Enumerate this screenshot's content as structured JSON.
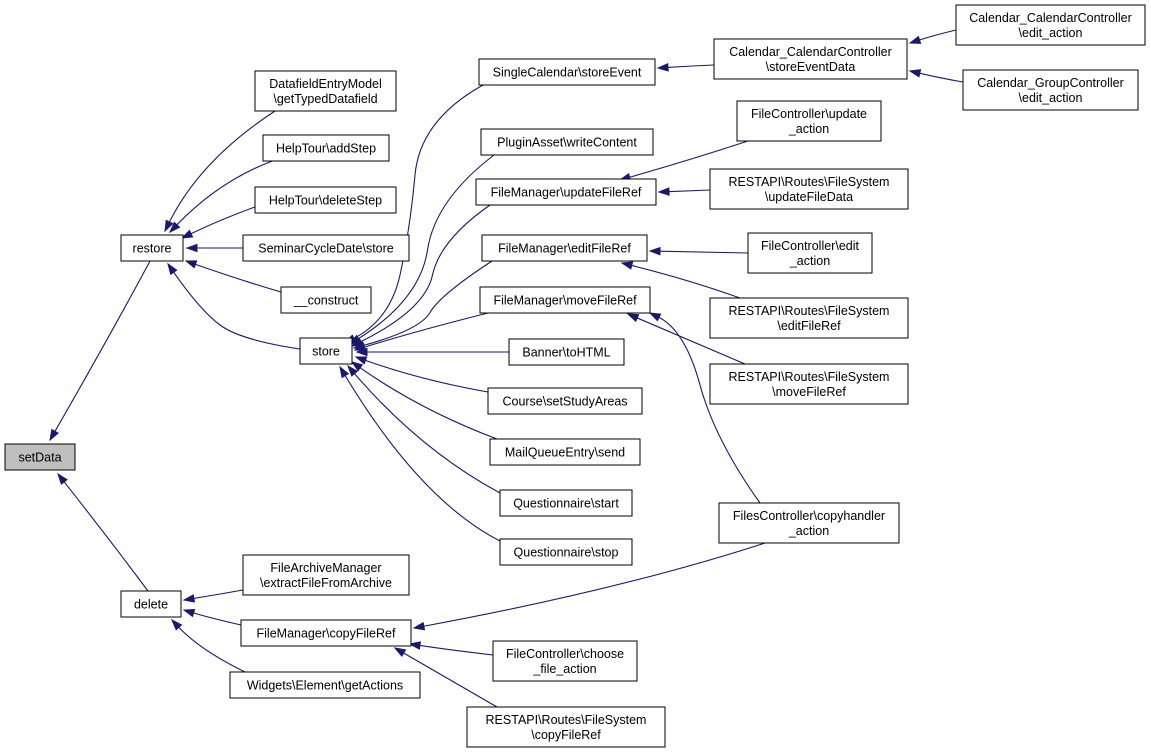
{
  "colors": {
    "edge": "#191970",
    "focus_fill": "#bfbfbf",
    "node_fill": "#ffffff",
    "node_border": "#000000"
  },
  "nodes": [
    {
      "id": "setData",
      "lines": [
        "setData"
      ]
    },
    {
      "id": "restore",
      "lines": [
        "restore"
      ]
    },
    {
      "id": "delete",
      "lines": [
        "delete"
      ]
    },
    {
      "id": "dem",
      "lines": [
        "DatafieldEntryModel",
        "\\getTypedDatafield"
      ]
    },
    {
      "id": "htadd",
      "lines": [
        "HelpTour\\addStep"
      ]
    },
    {
      "id": "htdel",
      "lines": [
        "HelpTour\\deleteStep"
      ]
    },
    {
      "id": "scd",
      "lines": [
        "SeminarCycleDate\\store"
      ]
    },
    {
      "id": "construct",
      "lines": [
        "__construct"
      ]
    },
    {
      "id": "store",
      "lines": [
        "store"
      ]
    },
    {
      "id": "fam",
      "lines": [
        "FileArchiveManager",
        "\\extractFileFromArchive"
      ]
    },
    {
      "id": "fmcopy",
      "lines": [
        "FileManager\\copyFileRef"
      ]
    },
    {
      "id": "wega",
      "lines": [
        "Widgets\\Element\\getActions"
      ]
    },
    {
      "id": "scstore",
      "lines": [
        "SingleCalendar\\storeEvent"
      ]
    },
    {
      "id": "paw",
      "lines": [
        "PluginAsset\\writeContent"
      ]
    },
    {
      "id": "fmupd",
      "lines": [
        "FileManager\\updateFileRef"
      ]
    },
    {
      "id": "fmedit",
      "lines": [
        "FileManager\\editFileRef"
      ]
    },
    {
      "id": "fmmove",
      "lines": [
        "FileManager\\moveFileRef"
      ]
    },
    {
      "id": "banner",
      "lines": [
        "Banner\\toHTML"
      ]
    },
    {
      "id": "course",
      "lines": [
        "Course\\setStudyAreas"
      ]
    },
    {
      "id": "mqe",
      "lines": [
        "MailQueueEntry\\send"
      ]
    },
    {
      "id": "qstart",
      "lines": [
        "Questionnaire\\start"
      ]
    },
    {
      "id": "qstop",
      "lines": [
        "Questionnaire\\stop"
      ]
    },
    {
      "id": "ccsed",
      "lines": [
        "Calendar_CalendarController",
        "\\storeEventData"
      ]
    },
    {
      "id": "fcupd",
      "lines": [
        "FileController\\update",
        "_action"
      ]
    },
    {
      "id": "rfsupd",
      "lines": [
        "RESTAPI\\Routes\\FileSystem",
        "\\updateFileData"
      ]
    },
    {
      "id": "fcedit",
      "lines": [
        "FileController\\edit",
        "_action"
      ]
    },
    {
      "id": "rfsedit",
      "lines": [
        "RESTAPI\\Routes\\FileSystem",
        "\\editFileRef"
      ]
    },
    {
      "id": "rfsmove",
      "lines": [
        "RESTAPI\\Routes\\FileSystem",
        "\\moveFileRef"
      ]
    },
    {
      "id": "fscopy",
      "lines": [
        "FilesController\\copyhandler",
        "_action"
      ]
    },
    {
      "id": "fcchoose",
      "lines": [
        "FileController\\choose",
        "_file_action"
      ]
    },
    {
      "id": "rfscopy",
      "lines": [
        "RESTAPI\\Routes\\FileSystem",
        "\\copyFileRef"
      ]
    },
    {
      "id": "ccedit",
      "lines": [
        "Calendar_CalendarController",
        "\\edit_action"
      ]
    },
    {
      "id": "gcedit",
      "lines": [
        "Calendar_GroupController",
        "\\edit_action"
      ]
    }
  ],
  "edges": [
    {
      "from": "restore",
      "to": "setData"
    },
    {
      "from": "delete",
      "to": "setData"
    },
    {
      "from": "dem",
      "to": "restore"
    },
    {
      "from": "htadd",
      "to": "restore"
    },
    {
      "from": "htdel",
      "to": "restore"
    },
    {
      "from": "scd",
      "to": "restore"
    },
    {
      "from": "construct",
      "to": "restore"
    },
    {
      "from": "store",
      "to": "restore"
    },
    {
      "from": "scstore",
      "to": "store"
    },
    {
      "from": "paw",
      "to": "store"
    },
    {
      "from": "fmupd",
      "to": "store"
    },
    {
      "from": "fmedit",
      "to": "store"
    },
    {
      "from": "fmmove",
      "to": "store"
    },
    {
      "from": "banner",
      "to": "store"
    },
    {
      "from": "course",
      "to": "store"
    },
    {
      "from": "mqe",
      "to": "store"
    },
    {
      "from": "qstart",
      "to": "store"
    },
    {
      "from": "qstop",
      "to": "store"
    },
    {
      "from": "ccsed",
      "to": "scstore"
    },
    {
      "from": "ccedit",
      "to": "ccsed"
    },
    {
      "from": "gcedit",
      "to": "ccsed"
    },
    {
      "from": "fcupd",
      "to": "fmupd"
    },
    {
      "from": "rfsupd",
      "to": "fmupd"
    },
    {
      "from": "fcedit",
      "to": "fmedit"
    },
    {
      "from": "rfsedit",
      "to": "fmedit"
    },
    {
      "from": "rfsmove",
      "to": "fmmove"
    },
    {
      "from": "fscopy",
      "to": "fmmove"
    },
    {
      "from": "fam",
      "to": "delete"
    },
    {
      "from": "fmcopy",
      "to": "delete"
    },
    {
      "from": "wega",
      "to": "delete"
    },
    {
      "from": "fscopy",
      "to": "fmcopy"
    },
    {
      "from": "fcchoose",
      "to": "fmcopy"
    },
    {
      "from": "rfscopy",
      "to": "fmcopy"
    }
  ]
}
